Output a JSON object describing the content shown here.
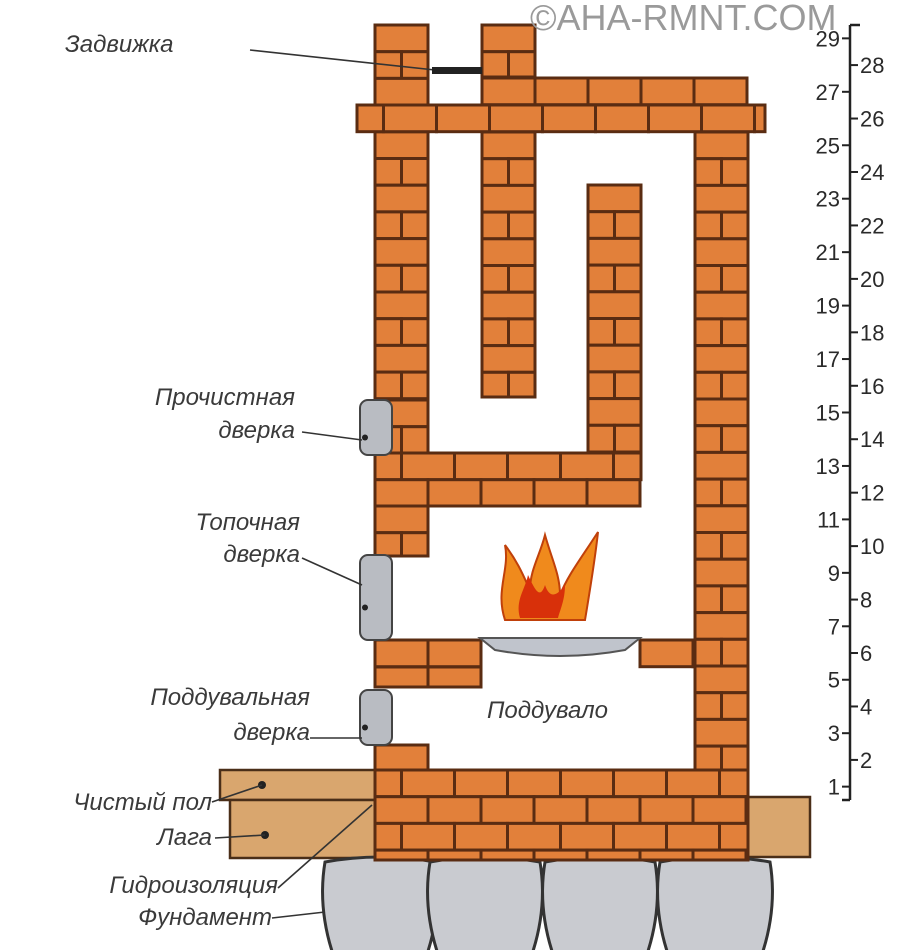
{
  "watermark": "©АНА-RMNT.COM",
  "labels": {
    "damper": "Задвижка",
    "cleanout_door_1": "Прочистная",
    "cleanout_door_2": "дверка",
    "fire_door_1": "Топочная",
    "fire_door_2": "дверка",
    "ash_door_1": "Поддувальная",
    "ash_door_2": "дверка",
    "ash_pit": "Поддувало",
    "finished_floor": "Чистый пол",
    "joist": "Лага",
    "waterproofing": "Гидроизоляция",
    "foundation": "Фундамент"
  },
  "scale": {
    "odd": [
      "1",
      "3",
      "5",
      "7",
      "9",
      "11",
      "13",
      "15",
      "17",
      "19",
      "21",
      "23",
      "25",
      "27",
      "29"
    ],
    "even": [
      "2",
      "4",
      "6",
      "8",
      "10",
      "12",
      "14",
      "16",
      "18",
      "20",
      "22",
      "24",
      "26",
      "28"
    ]
  },
  "colors": {
    "brick": "#e2803a",
    "mortar": "#5a2c12",
    "wood": "#d9a66e",
    "stone": "#c9cbd0",
    "door": "#b9bcc2",
    "flame": "#f08a1c"
  }
}
